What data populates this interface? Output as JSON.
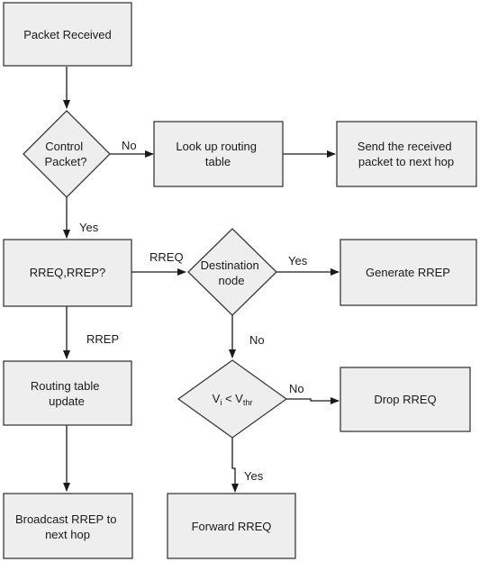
{
  "nodes": {
    "packet_received": "Packet Received",
    "control_packet": [
      "Control",
      "Packet?"
    ],
    "look_up_routing": [
      "Look up routing",
      "table"
    ],
    "send_next_hop": [
      "Send the received",
      "packet to next hop"
    ],
    "rreq_rrep": "RREQ,RREP?",
    "destination_node": [
      "Destination",
      "node"
    ],
    "generate_rrep": "Generate RREP",
    "routing_update": [
      "Routing table",
      "update"
    ],
    "vi_vthr": {
      "v1": "V",
      "i": "i",
      "lt": " < ",
      "v2": "V",
      "thr": "thr"
    },
    "drop_rreq": "Drop RREQ",
    "broadcast_rrep": [
      "Broadcast RREP to",
      "next hop"
    ],
    "forward_rreq": "Forward RREQ"
  },
  "edges": {
    "control_no": "No",
    "control_yes": "Yes",
    "rreq": "RREQ",
    "rrep": "RREP",
    "dest_yes": "Yes",
    "dest_no": "No",
    "vi_no": "No",
    "vi_yes": "Yes"
  }
}
